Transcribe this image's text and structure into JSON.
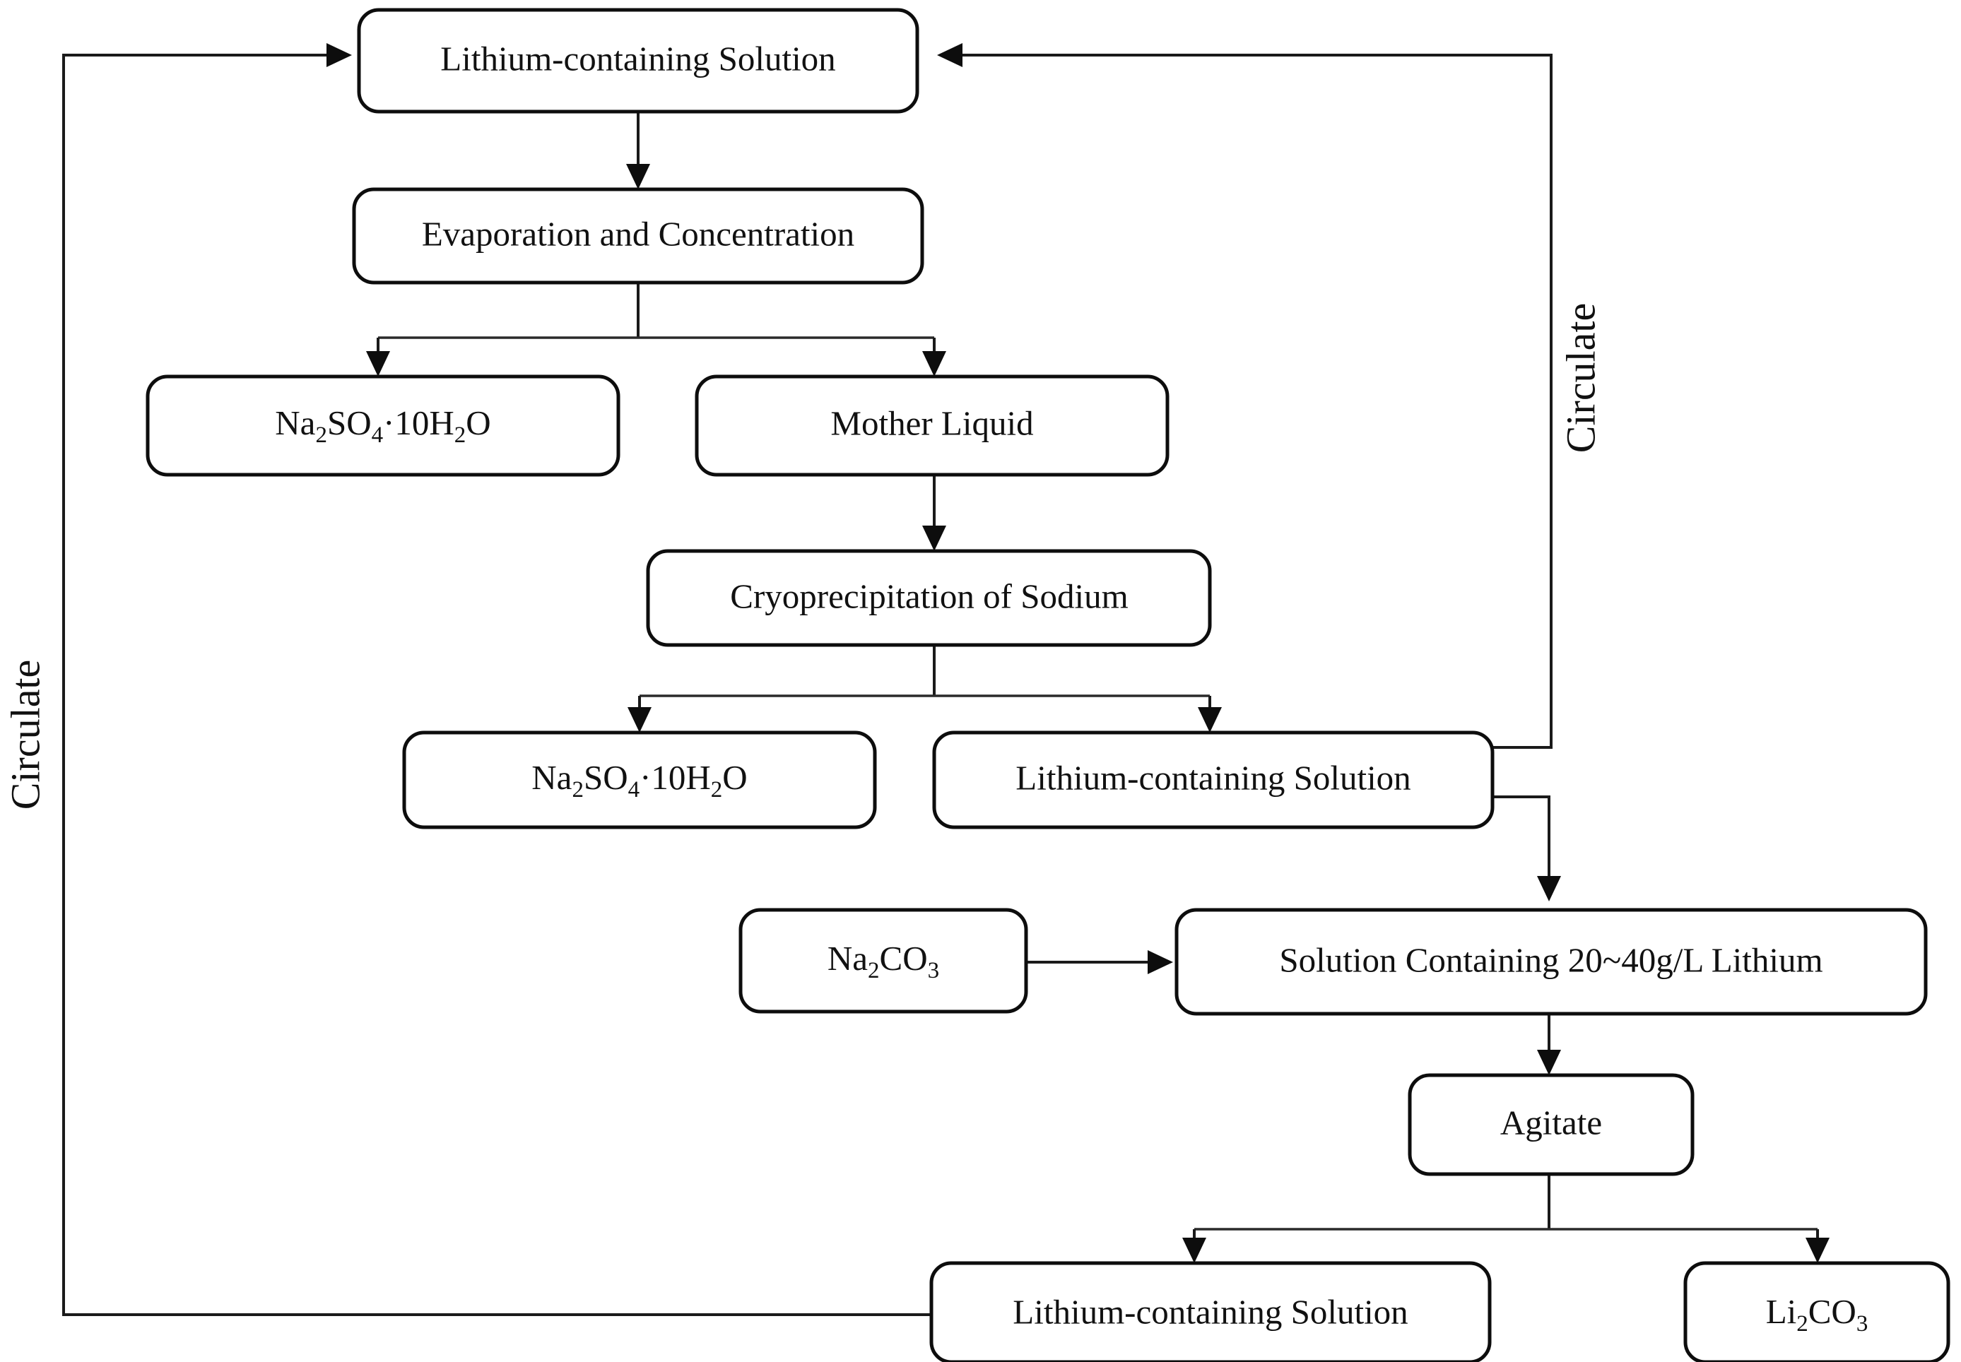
{
  "diagram": {
    "title": "Lithium Extraction Process Flowchart",
    "background_color": "#ffffff",
    "line_color": "#1a1a1a",
    "box_fill": "#ffffff",
    "box_stroke": "#0d0d0d",
    "nodes": [
      {
        "id": "lithium_solution_top",
        "label": "Lithium-containing Solution"
      },
      {
        "id": "evaporation",
        "label": "Evaporation and Concentration"
      },
      {
        "id": "na2so4_left",
        "label_html": "Na<sub>2</sub>SO<sub>4</sub>·10H<sub>2</sub>O",
        "label": "Na2SO4·10H2O"
      },
      {
        "id": "mother_liquid",
        "label": "Mother Liquid"
      },
      {
        "id": "cryoprecipitation",
        "label": "Cryoprecipitation of Sodium"
      },
      {
        "id": "na2so4_mid",
        "label_html": "Na<sub>2</sub>SO<sub>4</sub>·10H<sub>2</sub>O",
        "label": "Na2SO4·10H2O"
      },
      {
        "id": "lithium_solution_mid",
        "label": "Lithium-containing Solution"
      },
      {
        "id": "na2co3",
        "label_html": "Na<sub>2</sub>CO<sub>3</sub>",
        "label": "Na2CO3"
      },
      {
        "id": "solution_20_40",
        "label": "Solution Containing 20~40g/L Lithium"
      },
      {
        "id": "agitate",
        "label": "Agitate"
      },
      {
        "id": "lithium_solution_bottom",
        "label": "Lithium-containing Solution"
      },
      {
        "id": "li2co3",
        "label_html": "Li<sub>2</sub>CO<sub>3</sub>",
        "label": "Li2CO3"
      }
    ],
    "annotations": [
      {
        "id": "circulate_right",
        "label": "Circulate"
      },
      {
        "id": "circulate_left",
        "label": "Circulate"
      }
    ],
    "chemical_formulas": {
      "na2so4_10h2o": {
        "base": "Na",
        "s1": "2",
        "mid": "SO",
        "s2": "4",
        "dot": "·",
        "tail": "10H",
        "s3": "2",
        "end": "O"
      },
      "na2co3": {
        "base": "Na",
        "s1": "2",
        "mid": "CO",
        "s2": "3"
      },
      "li2co3": {
        "base": "Li",
        "s1": "2",
        "mid": "CO",
        "s2": "3"
      }
    }
  }
}
